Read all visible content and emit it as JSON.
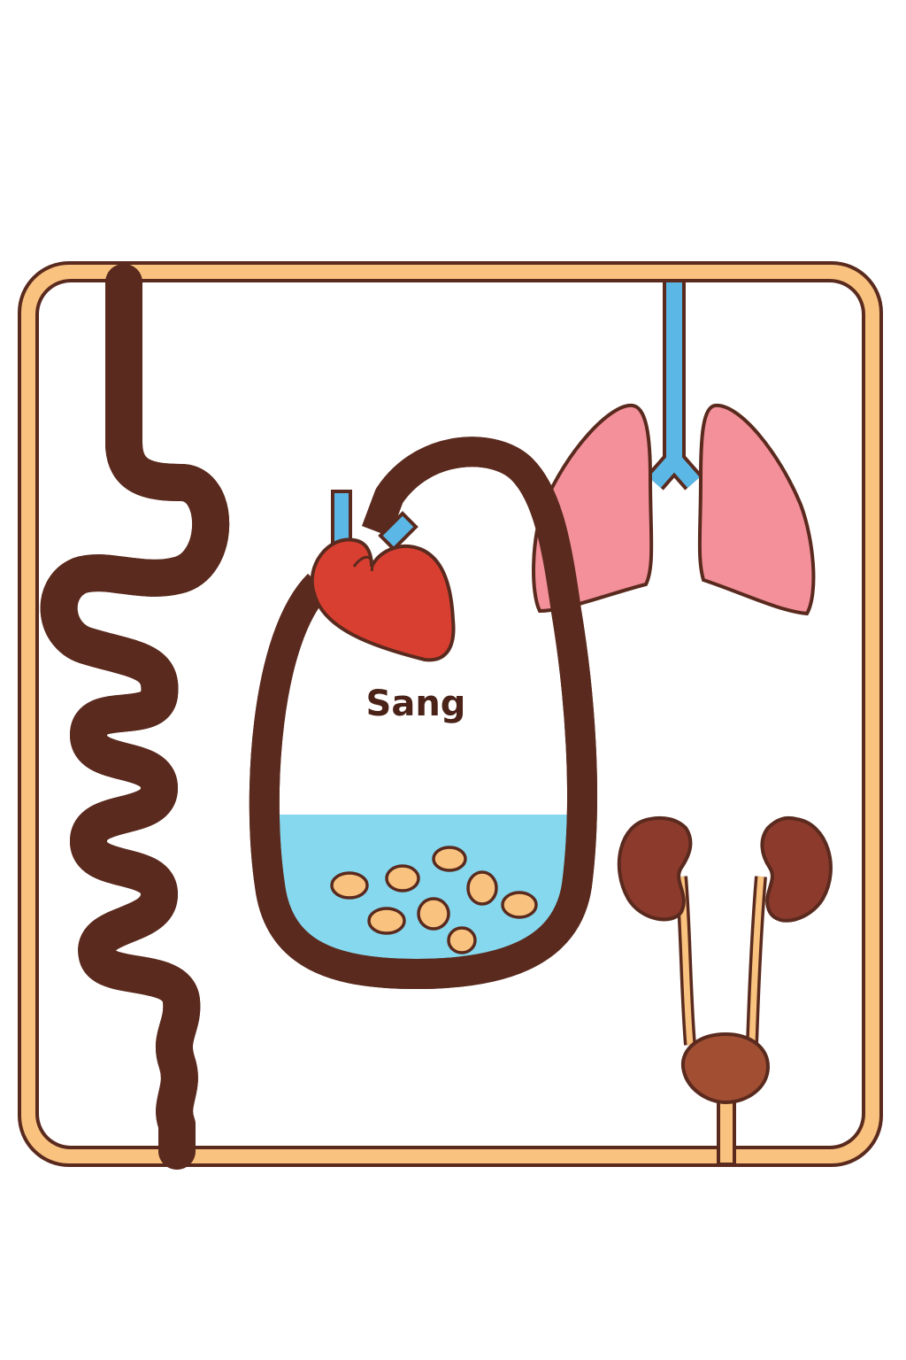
{
  "diagram": {
    "blood_label": "Sang",
    "colors": {
      "outline": "#5a2a1e",
      "frame": "#F9C27F",
      "blood": "#D93F30",
      "lungs": "#F4909A",
      "airway": "#5BB8E6",
      "plasma": "#86D8EE",
      "nutrients": "#F9C27F",
      "kidneys": "#8B3A2C",
      "bladder": "#A14E32"
    },
    "organs": [
      "digestive-tract",
      "heart",
      "lungs",
      "kidneys",
      "bladder"
    ]
  }
}
